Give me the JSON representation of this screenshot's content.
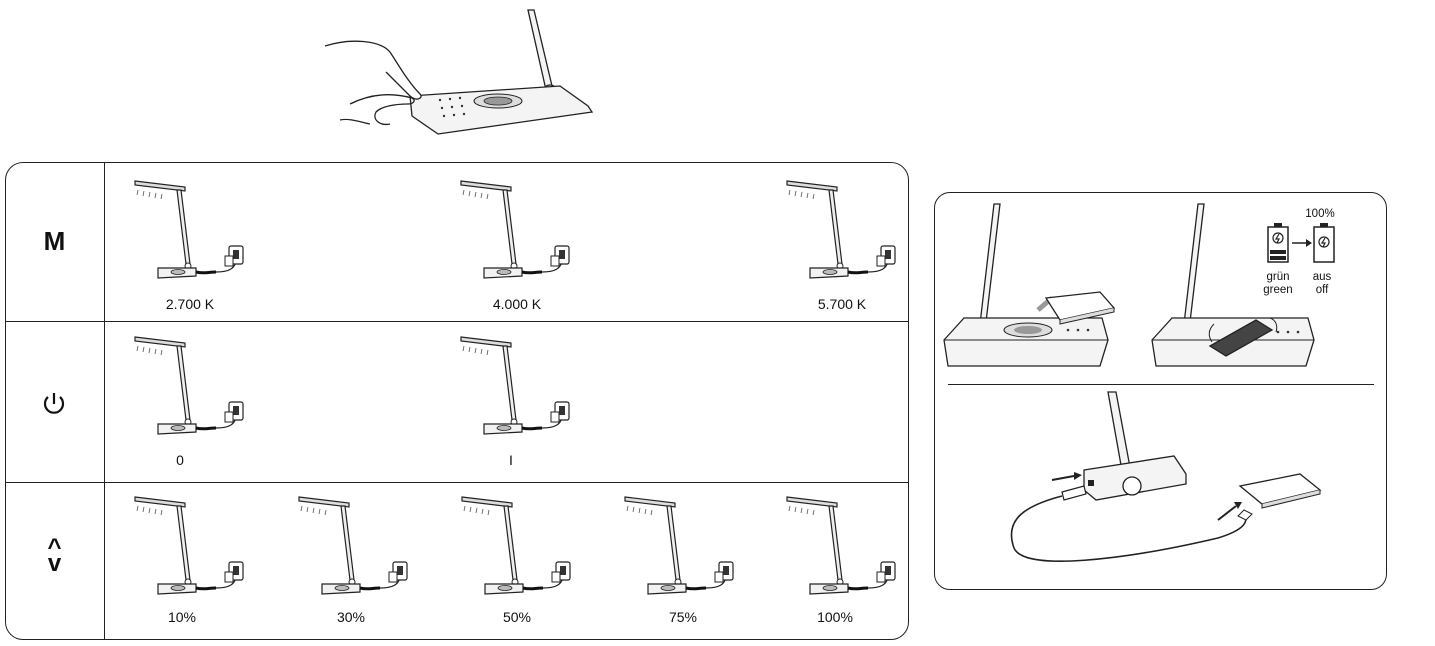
{
  "rows": {
    "mode": {
      "icon": "mode-letter-icon",
      "label": "M",
      "items": [
        "2.700 K",
        "4.000 K",
        "5.700 K"
      ]
    },
    "power": {
      "icon": "power-icon",
      "items": [
        "0",
        "I"
      ]
    },
    "dim": {
      "icon": "up-down-arrows-icon",
      "up": "^",
      "down": "v",
      "items": [
        "10%",
        "30%",
        "50%",
        "75%",
        "100%"
      ]
    }
  },
  "charging": {
    "percent": "100%",
    "state_on_de": "grün",
    "state_on_en": "green",
    "state_off_de": "aus",
    "state_off_en": "off"
  },
  "colors": {
    "line": "#222222",
    "fill": "#f2f2f2"
  },
  "icons": [
    "hand-press-icon",
    "desk-lamp-icon",
    "battery-charging-icon",
    "battery-full-icon",
    "smartphone-icon",
    "usb-cable-icon",
    "arrow-right-icon"
  ]
}
